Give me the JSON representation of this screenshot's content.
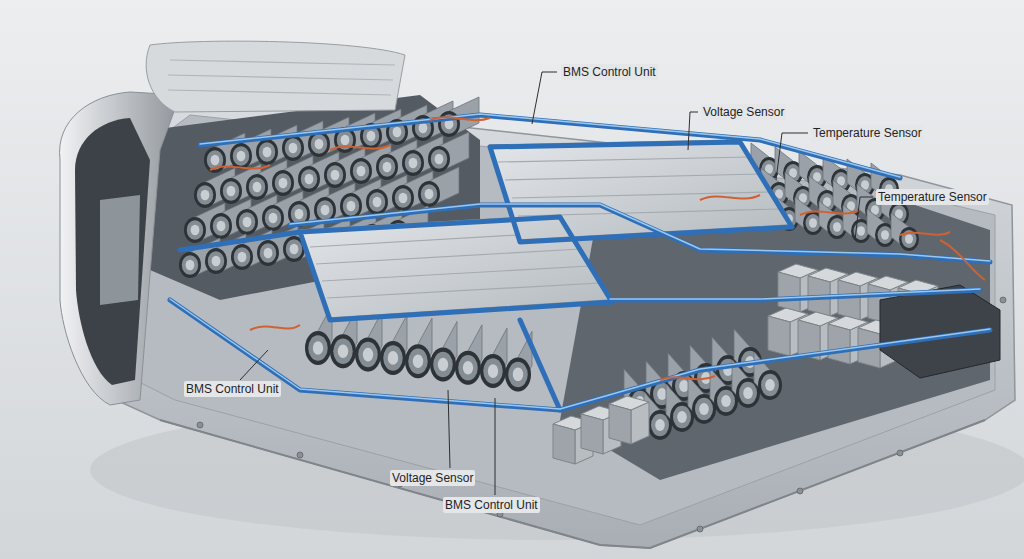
{
  "diagram": {
    "labels": [
      "BMS Control Unit",
      "Voltage Sensor",
      "Temperature Sensor",
      "Temperature Sensor",
      "BMS Control Unit",
      "Voltage Sensor",
      "BMS Control Unit"
    ]
  }
}
